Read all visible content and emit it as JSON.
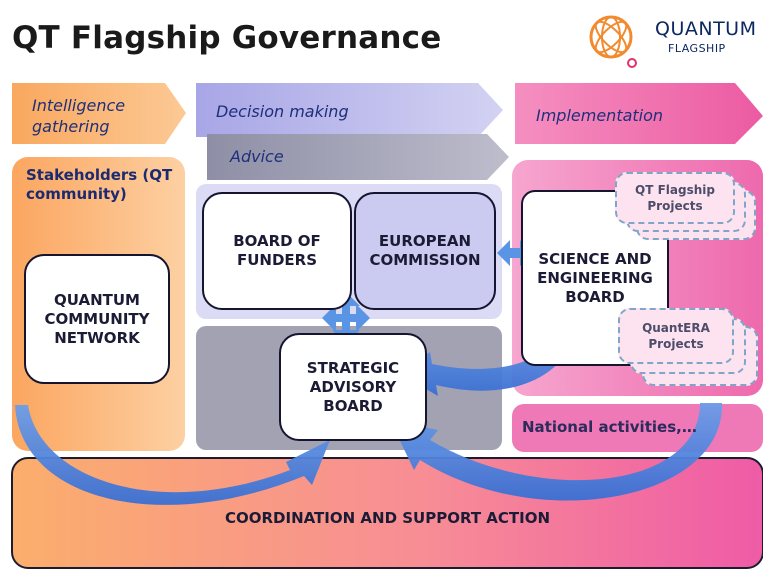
{
  "title": "QT Flagship Governance",
  "logo": {
    "word": "QUANTUM",
    "sub": "FLAGSHIP"
  },
  "phases": {
    "intelligence": "Intelligence gathering",
    "decision": "Decision making",
    "advice": "Advice",
    "implementation": "Implementation"
  },
  "stakeholders": "Stakeholders (QT community)",
  "nodes": {
    "qcn": "QUANTUM COMMUNITY NETWORK",
    "bof": "BOARD OF FUNDERS",
    "ec": "EUROPEAN COMMISSION",
    "sab": "STRATEGIC ADVISORY BOARD",
    "seb": "SCIENCE AND ENGINEERING BOARD"
  },
  "projects": {
    "qtf": "QT Flagship Projects",
    "quantera": "QuantERA Projects"
  },
  "national": "National activities,…",
  "csa": "COORDINATION AND SUPPORT ACTION",
  "colors": {
    "orange": "#f9b16a",
    "lavender": "#b9b7ea",
    "grey": "#a6a6b8",
    "pink": "#ef6fae",
    "arrow_blue": "#4a7fd8"
  }
}
